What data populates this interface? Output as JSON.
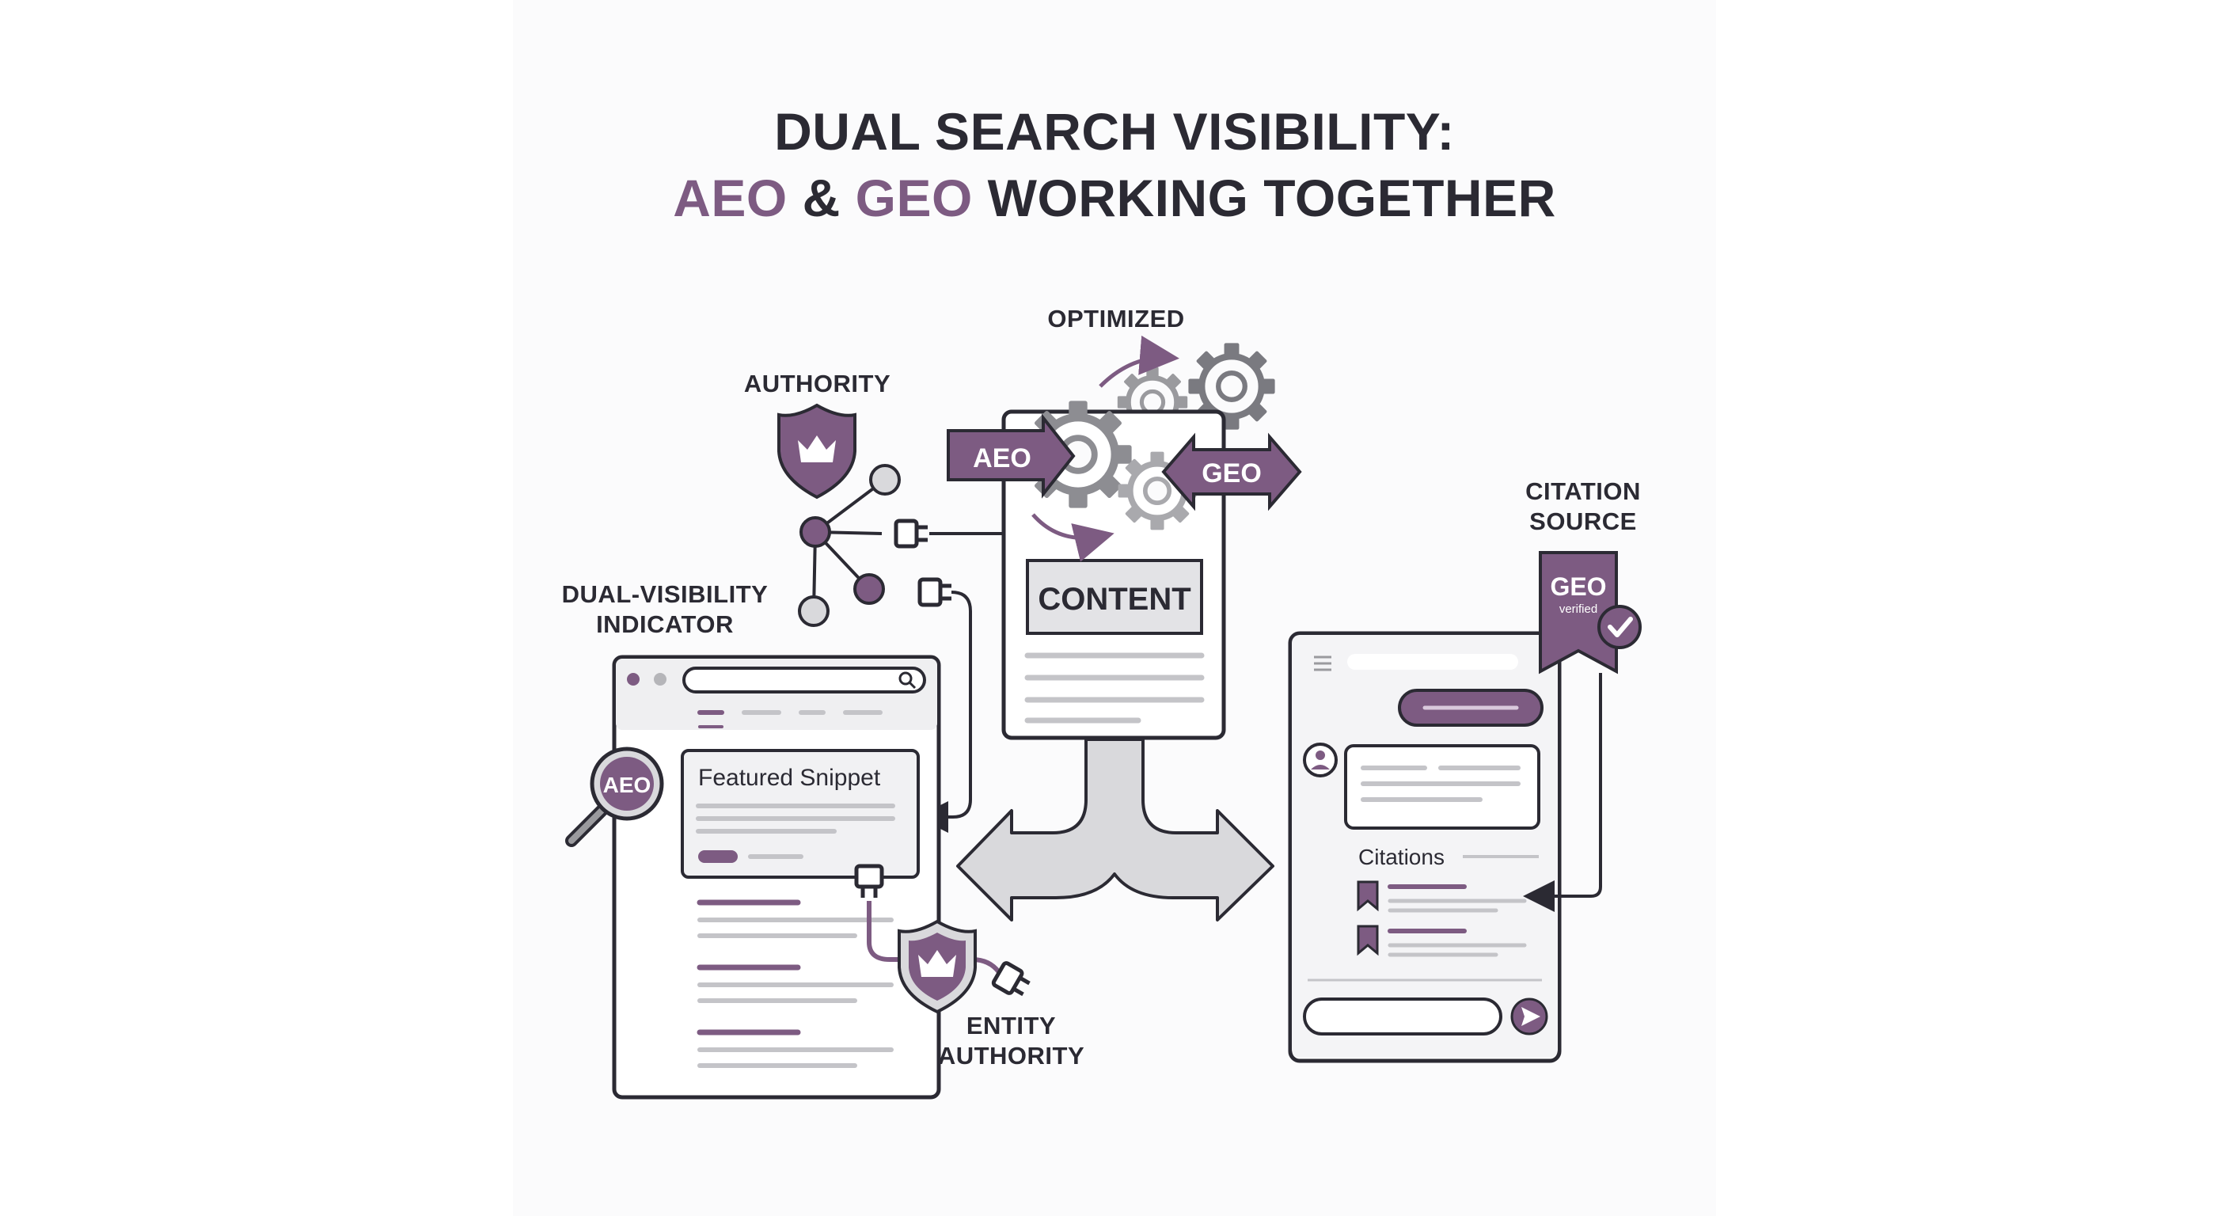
{
  "title": {
    "line1": "DUAL SEARCH VISIBILITY:",
    "line2_a": "AEO",
    "line2_amp": " & ",
    "line2_b": "GEO",
    "line2_rest": " WORKING TOGETHER"
  },
  "labels": {
    "optimized": "OPTIMIZED",
    "authority": "AUTHORITY",
    "dual_visibility_1": "DUAL-VISIBILITY",
    "dual_visibility_2": "INDICATOR",
    "citation_source_1": "CITATION",
    "citation_source_2": "SOURCE",
    "entity_authority_1": "ENTITY",
    "entity_authority_2": "AUTHORITY"
  },
  "center": {
    "aeo_tag": "AEO",
    "geo_tag": "GEO",
    "content_label": "CONTENT"
  },
  "search_page": {
    "magnifier_label": "AEO",
    "snippet_title": "Featured Snippet"
  },
  "chat_page": {
    "badge_title": "GEO",
    "badge_sub": "verified",
    "citations_label": "Citations"
  },
  "colors": {
    "purple": "#7d5b82",
    "dark": "#2b2a33",
    "gray": "#9a9a9e",
    "light_gray": "#d9d9dc"
  }
}
